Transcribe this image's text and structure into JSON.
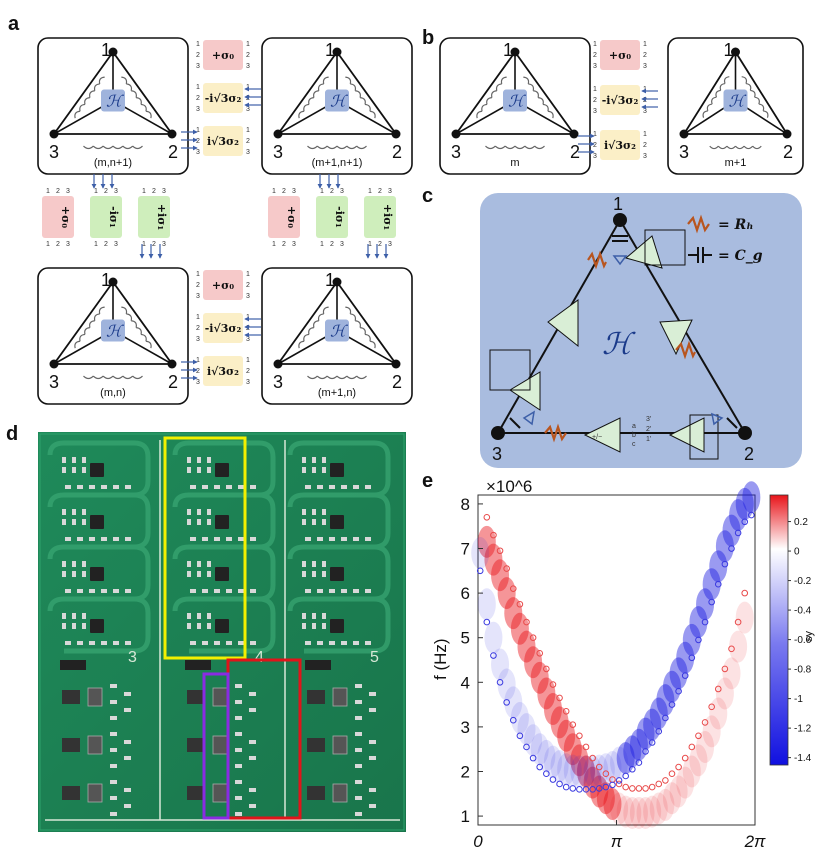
{
  "panels": {
    "a": {
      "label": "a",
      "cells": [
        "(m,n+1)",
        "(m+1,n+1)",
        "(m,n)",
        "(m+1,n)"
      ],
      "nodes": [
        "1",
        "2",
        "3"
      ],
      "h_symbol": "ℋ",
      "couplers_horizontal": [
        "+σ₀",
        "-i√3σ₂",
        "i√3σ₂"
      ],
      "couplers_vertical": [
        "+σ₀",
        "-iσ₁",
        "+iσ₁"
      ]
    },
    "b": {
      "label": "b",
      "cells": [
        "m",
        "m+1"
      ],
      "couplers": [
        "+σ₀",
        "-i√3σ₂",
        "i√3σ₂"
      ]
    },
    "c": {
      "label": "c",
      "nodes": [
        "1",
        "2",
        "3"
      ],
      "h_symbol": "ℋ",
      "legend": [
        {
          "symbol": "resistor",
          "text": "= Rₕ"
        },
        {
          "symbol": "capacitor",
          "text": "= C_g"
        }
      ],
      "op_amp_pins": [
        "1'",
        "2'",
        "3'",
        "a",
        "b",
        "c",
        "+/−"
      ]
    },
    "d": {
      "label": "d",
      "board_numbers": [
        "3",
        "4",
        "5"
      ],
      "highlight_colors": {
        "yellow": "#f3f000",
        "red": "#e0141a",
        "purple": "#8a2be2"
      }
    },
    "e": {
      "label": "e"
    }
  },
  "chart_data": {
    "type": "heatmap",
    "title": "",
    "ylabel": "f (Hz)",
    "y_exponent": "×10^6",
    "ylim": [
      0.8,
      8.2
    ],
    "yticks": [
      "1",
      "2",
      "3",
      "4",
      "5",
      "6",
      "7",
      "8"
    ],
    "xticks": [
      "0",
      "π",
      "2π"
    ],
    "xlim": [
      0,
      6.283
    ],
    "colorbar": {
      "label": "sy",
      "range": [
        -1.45,
        0.38
      ],
      "ticks": [
        "0.2",
        "0",
        "-0.2",
        "-0.4",
        "-0.6",
        "-0.8",
        "-1",
        "-1.2",
        "-1.4"
      ],
      "colors": {
        "positive": "#e8141a",
        "zero": "#ffffff",
        "negative": "#1414e8"
      }
    },
    "series": [
      {
        "color": "#e84a4a",
        "marker": "circle",
        "x": [
          0.2,
          0.35,
          0.5,
          0.65,
          0.8,
          0.95,
          1.1,
          1.25,
          1.4,
          1.55,
          1.7,
          1.85,
          2.0,
          2.15,
          2.3,
          2.45,
          2.6,
          2.75,
          2.9,
          3.05,
          3.2,
          3.35,
          3.5,
          3.65,
          3.8,
          3.95,
          4.1,
          4.25,
          4.4,
          4.55,
          4.7,
          4.85,
          5.0,
          5.15,
          5.3,
          5.45,
          5.6,
          5.75,
          5.9,
          6.05
        ],
        "y": [
          7.7,
          7.3,
          6.95,
          6.55,
          6.1,
          5.75,
          5.35,
          5.0,
          4.65,
          4.3,
          3.95,
          3.65,
          3.35,
          3.05,
          2.8,
          2.55,
          2.3,
          2.1,
          1.95,
          1.82,
          1.72,
          1.65,
          1.62,
          1.62,
          1.62,
          1.65,
          1.72,
          1.8,
          1.95,
          2.1,
          2.3,
          2.55,
          2.8,
          3.1,
          3.45,
          3.85,
          4.3,
          4.75,
          5.35,
          6.0
        ]
      },
      {
        "color": "#3a3ae0",
        "marker": "circle",
        "x": [
          0.05,
          0.2,
          0.35,
          0.5,
          0.65,
          0.8,
          0.95,
          1.1,
          1.25,
          1.4,
          1.55,
          1.7,
          1.85,
          2.0,
          2.15,
          2.3,
          2.45,
          2.6,
          2.75,
          2.9,
          3.05,
          3.2,
          3.35,
          3.5,
          3.65,
          3.8,
          3.95,
          4.1,
          4.25,
          4.4,
          4.55,
          4.7,
          4.85,
          5.0,
          5.15,
          5.3,
          5.45,
          5.6,
          5.75,
          5.9,
          6.05,
          6.2
        ],
        "y": [
          6.5,
          5.35,
          4.6,
          4.0,
          3.55,
          3.15,
          2.8,
          2.55,
          2.3,
          2.1,
          1.95,
          1.82,
          1.72,
          1.65,
          1.62,
          1.6,
          1.6,
          1.6,
          1.62,
          1.65,
          1.7,
          1.8,
          1.9,
          2.05,
          2.2,
          2.45,
          2.65,
          2.9,
          3.2,
          3.5,
          3.8,
          4.15,
          4.55,
          4.95,
          5.35,
          5.8,
          6.2,
          6.65,
          7.0,
          7.35,
          7.6,
          7.75
        ]
      }
    ]
  }
}
